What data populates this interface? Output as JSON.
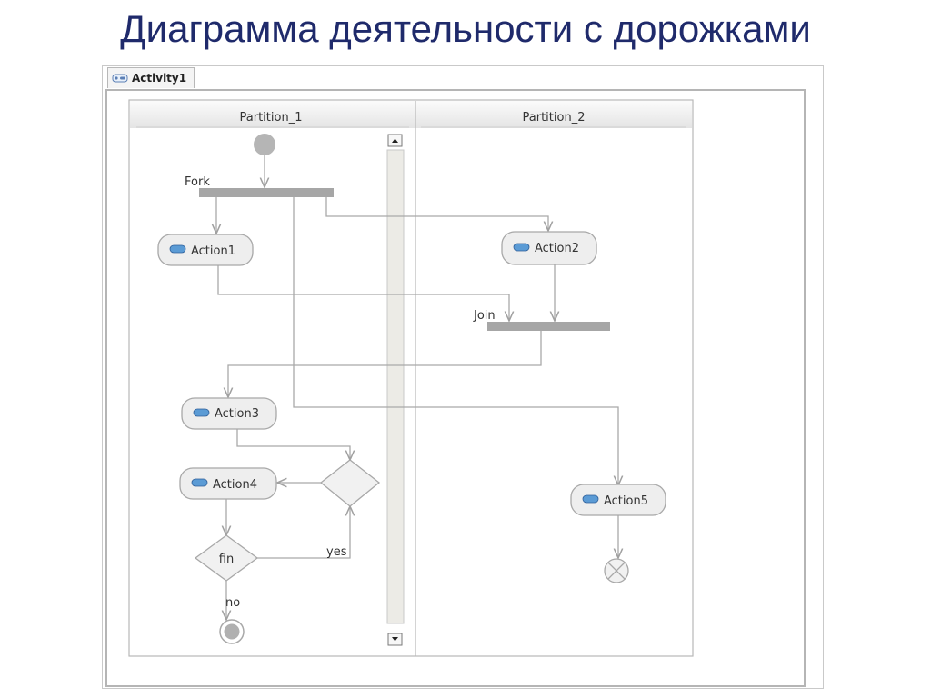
{
  "slide": {
    "title": "Диаграмма деятельности с дорожками"
  },
  "editor": {
    "tab_label": "Activity1",
    "tab_icon": "activity-diagram-icon"
  },
  "diagram": {
    "partitions": [
      {
        "label": "Partition_1"
      },
      {
        "label": "Partition_2"
      }
    ],
    "fork_label": "Fork",
    "join_label": "Join",
    "actions": [
      {
        "id": "a1",
        "label": "Action1"
      },
      {
        "id": "a2",
        "label": "Action2"
      },
      {
        "id": "a3",
        "label": "Action3"
      },
      {
        "id": "a4",
        "label": "Action4"
      },
      {
        "id": "a5",
        "label": "Action5"
      }
    ],
    "decision_label": "fin",
    "guard_yes": "yes",
    "guard_no": "no"
  },
  "colors": {
    "title": "#1f2a6b",
    "line": "#a9a9a9",
    "node_fill": "#eeeeee",
    "node_border": "#a8a8a8",
    "bar": "#a6a6a6",
    "action_icon": "#5b9bd5"
  }
}
